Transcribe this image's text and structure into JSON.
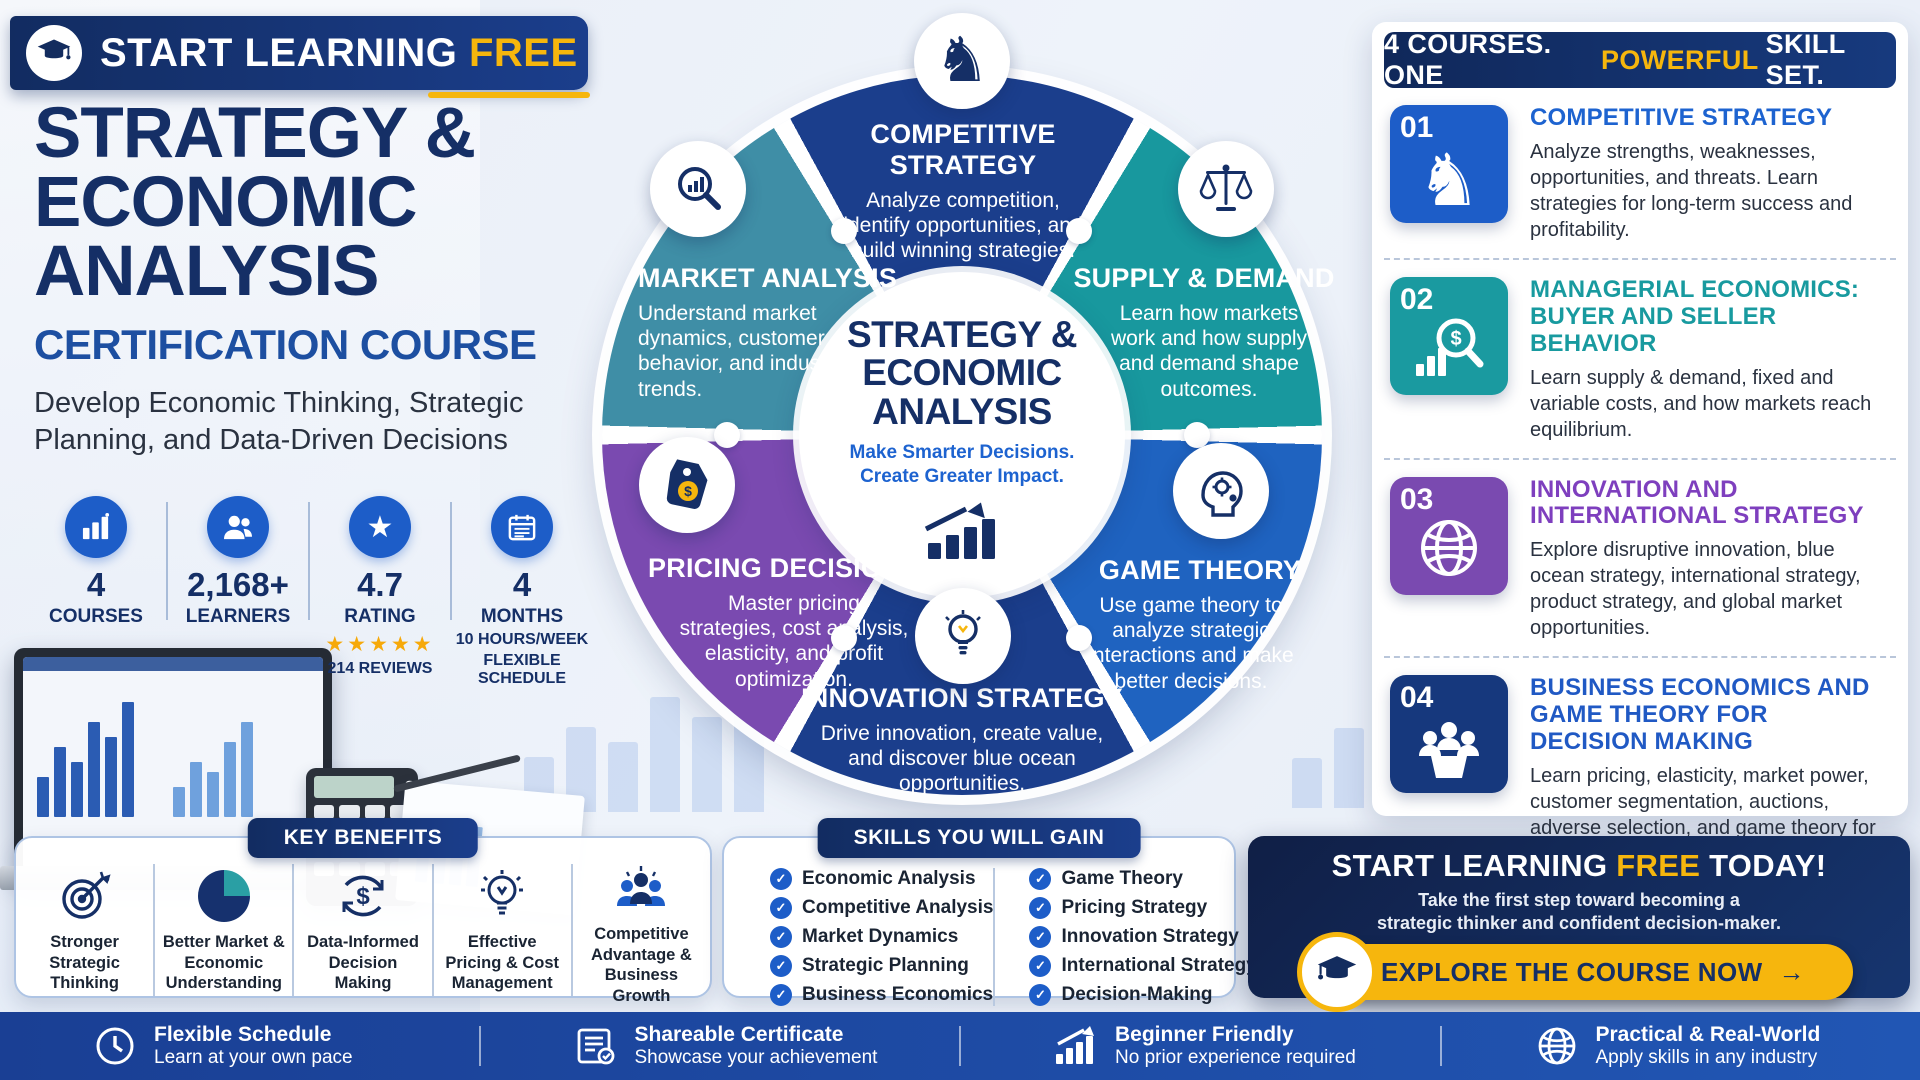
{
  "colors": {
    "navy": "#152f66",
    "banner_navy": "#1b3e8c",
    "blue": "#1d5dc8",
    "teal": "#18989e",
    "steel_teal": "#3f8ea6",
    "purple": "#7a4ab0",
    "yellow": "#f6b60d",
    "footer_blue": "#1e4aa4"
  },
  "banner": {
    "start": "START LEARNING ",
    "free": "FREE"
  },
  "hero": {
    "title1": "STRATEGY &",
    "title2": "ECONOMIC",
    "title3": "ANALYSIS",
    "subtitle": "CERTIFICATION COURSE",
    "desc1": "Develop Economic Thinking, Strategic",
    "desc2": "Planning, and Data-Driven Decisions"
  },
  "stats": [
    {
      "value": "4",
      "label": "COURSES"
    },
    {
      "value": "2,168+",
      "label": "LEARNERS"
    },
    {
      "value": "4.7",
      "label": "RATING",
      "stars": "★★★★★",
      "extra": "214 REVIEWS"
    },
    {
      "value": "4",
      "label": "MONTHS",
      "extra1": "10 HOURS/WEEK",
      "extra2": "FLEXIBLE SCHEDULE"
    }
  ],
  "wheel": {
    "center": {
      "t1": "STRATEGY &",
      "t2": "ECONOMIC",
      "t3": "ANALYSIS",
      "tag1": "Make Smarter Decisions.",
      "tag2": "Create Greater Impact."
    },
    "segments": [
      {
        "name": "COMPETITIVE STRATEGY",
        "description": "Analyze competition, identify opportunities, and build winning strategies.",
        "color": "#1b3e8c",
        "icon": "knight-icon"
      },
      {
        "name": "SUPPLY & DEMAND",
        "description": "Learn how markets work and how supply and demand shape outcomes.",
        "color": "#18989e",
        "icon": "scales-icon"
      },
      {
        "name": "GAME THEORY",
        "description": "Use game theory to analyze strategic interactions and make better decisions.",
        "color": "#1f63c0",
        "icon": "mind-gears-icon"
      },
      {
        "name": "INNOVATION STRATEGY",
        "description": "Drive innovation, create value, and discover blue ocean opportunities.",
        "color": "#1b3e8c",
        "icon": "lightbulb-icon"
      },
      {
        "name": "PRICING DECISIONS",
        "description": "Master pricing strategies, cost analysis, elasticity, and profit optimization.",
        "color": "#7a4ab0",
        "icon": "price-tag-icon"
      },
      {
        "name": "MARKET ANALYSIS",
        "description": "Understand market dynamics, customer behavior, and industry trends.",
        "color": "#3f8ea6",
        "icon": "market-search-icon"
      }
    ]
  },
  "courses": {
    "header": {
      "prefix": "4 COURSES. ONE",
      "highlight": "POWERFUL",
      "suffix": "SKILL SET."
    },
    "items": [
      {
        "number": "01",
        "title1": "COMPETITIVE STRATEGY",
        "title2": "",
        "description": "Analyze strengths, weaknesses, opportunities, and threats. Learn strategies for long-term success and profitability.",
        "tile_color": "#1d5dc8",
        "title_color": "#1d63d0"
      },
      {
        "number": "02",
        "title1": "MANAGERIAL ECONOMICS:",
        "title2": "BUYER AND SELLER BEHAVIOR",
        "description": "Learn supply & demand, fixed and variable costs, and how markets reach equilibrium.",
        "tile_color": "#1a9aa0",
        "title_color": "#189a9f"
      },
      {
        "number": "03",
        "title1": "INNOVATION AND",
        "title2": "INTERNATIONAL STRATEGY",
        "description": "Explore disruptive innovation, blue ocean strategy, international strategy, product strategy, and global market opportunities.",
        "tile_color": "#7a4ab0",
        "title_color": "#7e3fbe"
      },
      {
        "number": "04",
        "title1": "BUSINESS ECONOMICS AND",
        "title2": "GAME THEORY FOR DECISION MAKING",
        "description": "Learn pricing, elasticity, market power, customer segmentation, auctions, adverse selection, and game theory for better decisions.",
        "tile_color": "#16387d",
        "title_color": "#2059c4"
      }
    ]
  },
  "benefits": {
    "header": "KEY BENEFITS",
    "items": [
      {
        "icon": "target-dart-icon",
        "label": "Stronger Strategic Thinking"
      },
      {
        "icon": "pie-chart-icon",
        "label": "Better Market & Economic Understanding"
      },
      {
        "icon": "dollar-cycle-icon",
        "label": "Data-Informed Decision Making"
      },
      {
        "icon": "idea-bulb-icon",
        "label": "Effective Pricing & Cost Management"
      },
      {
        "icon": "growth-people-icon",
        "label": "Competitive Advantage & Business Growth"
      }
    ]
  },
  "skills": {
    "header": "SKILLS YOU WILL GAIN",
    "left": [
      "Economic Analysis",
      "Competitive Analysis",
      "Market Dynamics",
      "Strategic Planning",
      "Business Economics"
    ],
    "right": [
      "Game Theory",
      "Pricing Strategy",
      "Innovation Strategy",
      "International Strategy",
      "Decision-Making"
    ]
  },
  "cta": {
    "prefix": "START LEARNING ",
    "highlight": "FREE",
    "suffix": " TODAY!",
    "sub1": "Take the first step toward becoming a",
    "sub2": "strategic thinker and confident decision-maker.",
    "button": "EXPLORE THE COURSE NOW",
    "arrow": "→"
  },
  "footer": {
    "items": [
      {
        "icon": "clock-icon",
        "title": "Flexible Schedule",
        "subtitle": "Learn at your own pace"
      },
      {
        "icon": "certificate-icon",
        "title": "Shareable Certificate",
        "subtitle": "Showcase your achievement"
      },
      {
        "icon": "beginner-chart-icon",
        "title": "Beginner Friendly",
        "subtitle": "No prior experience required"
      },
      {
        "icon": "globe-icon",
        "title": "Practical & Real-World",
        "subtitle": "Apply skills in any industry"
      }
    ]
  }
}
